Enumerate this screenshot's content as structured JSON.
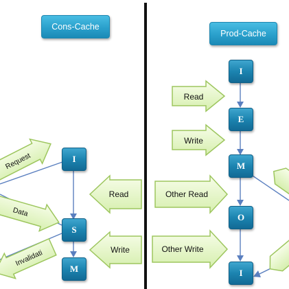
{
  "titles": {
    "cons_cache": "Cons-Cache",
    "prod_cache": "Prod-Cache"
  },
  "cons_states": [
    "I",
    "S",
    "M"
  ],
  "prod_states": [
    "I",
    "E",
    "M",
    "O",
    "I"
  ],
  "cons_arrows": {
    "read": "Read",
    "write": "Write"
  },
  "cons_diagonal_arrows": {
    "request": "Request",
    "data": "Data",
    "invalidate": "Invalidati"
  },
  "prod_arrows": {
    "read": "Read",
    "write": "Write",
    "other_read": "Other Read",
    "other_write": "Other Write"
  },
  "colors": {
    "arrow_fill": "#eaf8d0",
    "arrow_stroke": "#9dc65e",
    "state_box": "#1c84b0",
    "title_box": "#2aa0cc",
    "line": "#5078b8",
    "divider": "#111111"
  }
}
